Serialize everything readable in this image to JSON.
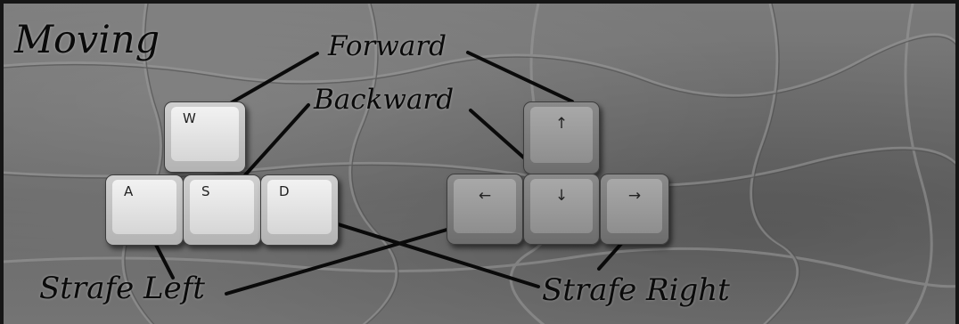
{
  "title": "Moving",
  "labels": {
    "forward": "Forward",
    "backward": "Backward",
    "strafe_left": "Strafe Left",
    "strafe_right": "Strafe Right"
  },
  "keys": {
    "w": "W",
    "a": "A",
    "s": "S",
    "d": "D",
    "up": "↑",
    "down": "↓",
    "left": "←",
    "right": "→"
  },
  "colors": {
    "stone": "#6f6f6f",
    "border": "#161616",
    "text": "#0a0a0a",
    "light_key": "#e0e0e0",
    "dark_key": "#9a9a9a"
  }
}
